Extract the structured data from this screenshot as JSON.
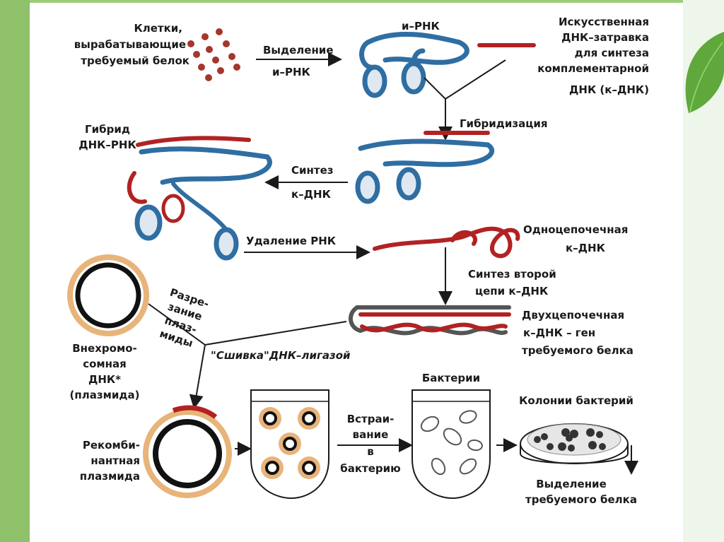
{
  "labels": {
    "cells_1": "Клетки,",
    "cells_2": "вырабатывающие",
    "cells_3": "требуемый белок",
    "isolate_1": "Выделение",
    "isolate_2": "и–РНК",
    "mrna": "и–РНК",
    "primer_1": "Искусственная",
    "primer_2": "ДНК–затравка",
    "primer_3": "для синтеза",
    "primer_4": "комплементарной",
    "primer_5": "ДНК (к–ДНК)",
    "hybridization": "Гибридизация",
    "hybrid_1": "Гибрид",
    "hybrid_2": "ДНК–РНК",
    "synth_1": "Синтез",
    "synth_2": "к–ДНК",
    "rna_removal": "Удаление РНК",
    "single_1": "Одноцепочечная",
    "single_2": "к–ДНК",
    "second_1": "Синтез второй",
    "second_2": "цепи к–ДНК",
    "double_1": "Двухцепочечная",
    "double_2": "к–ДНК – ген",
    "double_3": "требуемого белка",
    "cut_1": "Разре-",
    "cut_2": "зание",
    "cut_3": "плаз-",
    "cut_4": "миды",
    "plasmid_1": "Внехромо-",
    "plasmid_2": "сомная",
    "plasmid_3": "ДНК*",
    "plasmid_4": "(плазмида)",
    "ligase": "\"Сшивка\"ДНК–лигазой",
    "bacteria": "Бактерии",
    "insert_1": "Встраи-",
    "insert_2": "вание",
    "insert_3": "в",
    "insert_4": "бактерию",
    "colonies": "Колонии бактерий",
    "recomb_1": "Рекомби-",
    "recomb_2": "нантная",
    "recomb_3": "плазмида",
    "protein_1": "Выделение",
    "protein_2": "требуемого белка"
  },
  "colors": {
    "frame_green": "#8fc06a",
    "rna_blue": "#2f6ea3",
    "dna_red": "#b22222",
    "plasmid_orange": "#e8b47a",
    "dark": "#1a1a1a"
  }
}
